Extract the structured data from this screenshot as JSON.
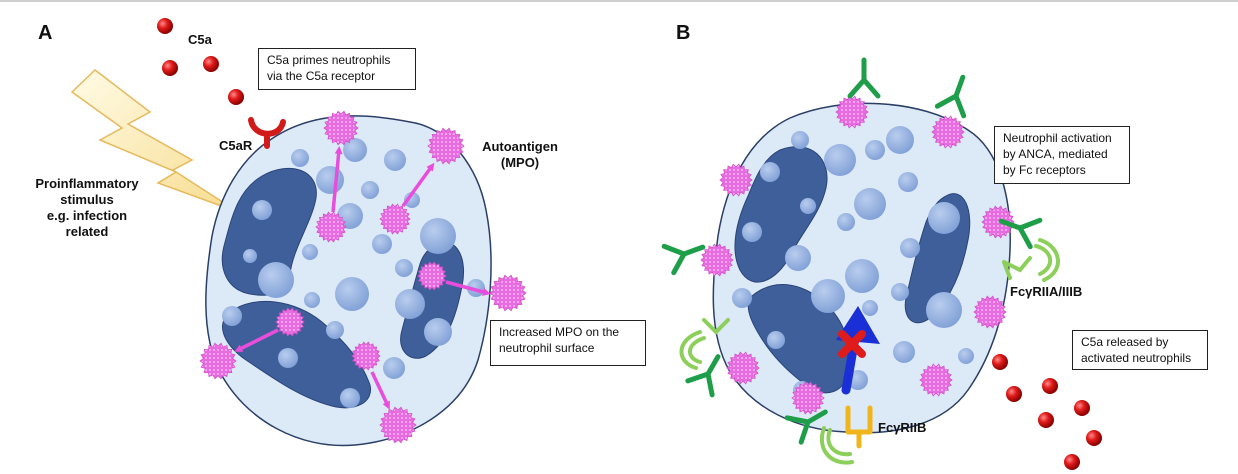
{
  "panel_a": {
    "letter": "A",
    "c5a_label": "C5a",
    "c5ar_label": "C5aR",
    "stimulus_lines": [
      "Proinflammatory",
      "stimulus",
      "e.g. infection",
      "related"
    ],
    "autoantigen_lines": [
      "Autoantigen",
      "(MPO)"
    ],
    "box_priming_lines": [
      "C5a primes neutrophils",
      "via the C5a receptor"
    ],
    "box_mpo_lines": [
      "Increased MPO on the",
      "neutrophil surface"
    ]
  },
  "panel_b": {
    "letter": "B",
    "box_activation_lines": [
      "Neutrophil activation",
      "by ANCA, mediated",
      "by Fc receptors"
    ],
    "fc_receptor_label": "FcγRIIA/IIIB",
    "fc_inhibitory_label": "FcγRIIB",
    "box_c5a_release_lines": [
      "C5a released by",
      "activated neutrophils"
    ]
  },
  "colors": {
    "cytoplasm": "#dce9f7",
    "nucleus": "#3f5f9a",
    "granule": "#8fabdc",
    "mpo": "#e86be0",
    "arrow": "#e84ddb",
    "c5a": "#d11a1a",
    "antibody": "#1f9e4a",
    "fc_receptor": "#8ccf5a",
    "fc_inhibitory": "#f0b51c",
    "signal_arrow": "#1a2fd6"
  }
}
